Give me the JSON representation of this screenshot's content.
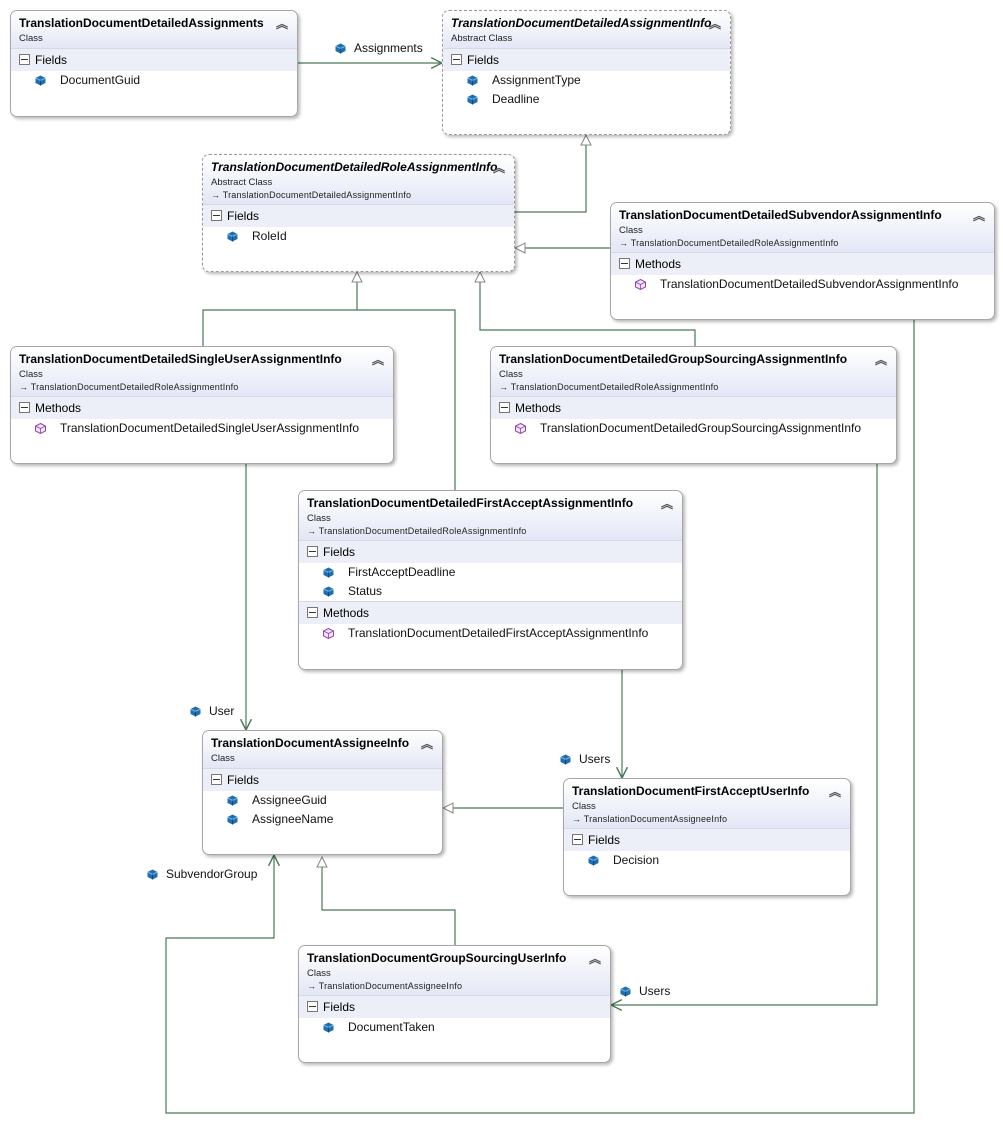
{
  "classes": {
    "assignments": {
      "name": "TranslationDocumentDetailedAssignments",
      "kind": "Class",
      "fields_header": "Fields",
      "fields": [
        "DocumentGuid"
      ]
    },
    "assignment_info": {
      "name": "TranslationDocumentDetailedAssignmentInfo",
      "kind": "Abstract Class",
      "fields_header": "Fields",
      "fields": [
        "AssignmentType",
        "Deadline"
      ]
    },
    "role_assignment": {
      "name": "TranslationDocumentDetailedRoleAssignmentInfo",
      "kind": "Abstract Class",
      "inherits": "→ TranslationDocumentDetailedAssignmentInfo",
      "fields_header": "Fields",
      "fields": [
        "RoleId"
      ]
    },
    "subvendor": {
      "name": "TranslationDocumentDetailedSubvendorAssignmentInfo",
      "kind": "Class",
      "inherits": "→ TranslationDocumentDetailedRoleAssignmentInfo",
      "methods_header": "Methods",
      "methods": [
        "TranslationDocumentDetailedSubvendorAssignmentInfo"
      ]
    },
    "single_user": {
      "name": "TranslationDocumentDetailedSingleUserAssignmentInfo",
      "kind": "Class",
      "inherits": "→ TranslationDocumentDetailedRoleAssignmentInfo",
      "methods_header": "Methods",
      "methods": [
        "TranslationDocumentDetailedSingleUserAssignmentInfo"
      ]
    },
    "group_sourcing": {
      "name": "TranslationDocumentDetailedGroupSourcingAssignmentInfo",
      "kind": "Class",
      "inherits": "→ TranslationDocumentDetailedRoleAssignmentInfo",
      "methods_header": "Methods",
      "methods": [
        "TranslationDocumentDetailedGroupSourcingAssignmentInfo"
      ]
    },
    "first_accept": {
      "name": "TranslationDocumentDetailedFirstAcceptAssignmentInfo",
      "kind": "Class",
      "inherits": "→ TranslationDocumentDetailedRoleAssignmentInfo",
      "fields_header": "Fields",
      "fields": [
        "FirstAcceptDeadline",
        "Status"
      ],
      "methods_header": "Methods",
      "methods": [
        "TranslationDocumentDetailedFirstAcceptAssignmentInfo"
      ]
    },
    "assignee_info": {
      "name": "TranslationDocumentAssigneeInfo",
      "kind": "Class",
      "fields_header": "Fields",
      "fields": [
        "AssigneeGuid",
        "AssigneeName"
      ]
    },
    "first_accept_user": {
      "name": "TranslationDocumentFirstAcceptUserInfo",
      "kind": "Class",
      "inherits": "→ TranslationDocumentAssigneeInfo",
      "fields_header": "Fields",
      "fields": [
        "Decision"
      ]
    },
    "group_sourcing_user": {
      "name": "TranslationDocumentGroupSourcingUserInfo",
      "kind": "Class",
      "inherits": "→ TranslationDocumentAssigneeInfo",
      "fields_header": "Fields",
      "fields": [
        "DocumentTaken"
      ]
    }
  },
  "associations": {
    "assignments": "Assignments",
    "user": "User",
    "users_first_accept": "Users",
    "subvendor_group": "SubvendorGroup",
    "users_group_sourcing": "Users"
  },
  "colors": {
    "line": "#4a7a56",
    "field_icon": "#1f6fb0",
    "method_icon": "#8e44ad"
  },
  "icons": {
    "field": "field-icon",
    "method": "method-icon",
    "collapse": "collapse-chevron-icon"
  }
}
